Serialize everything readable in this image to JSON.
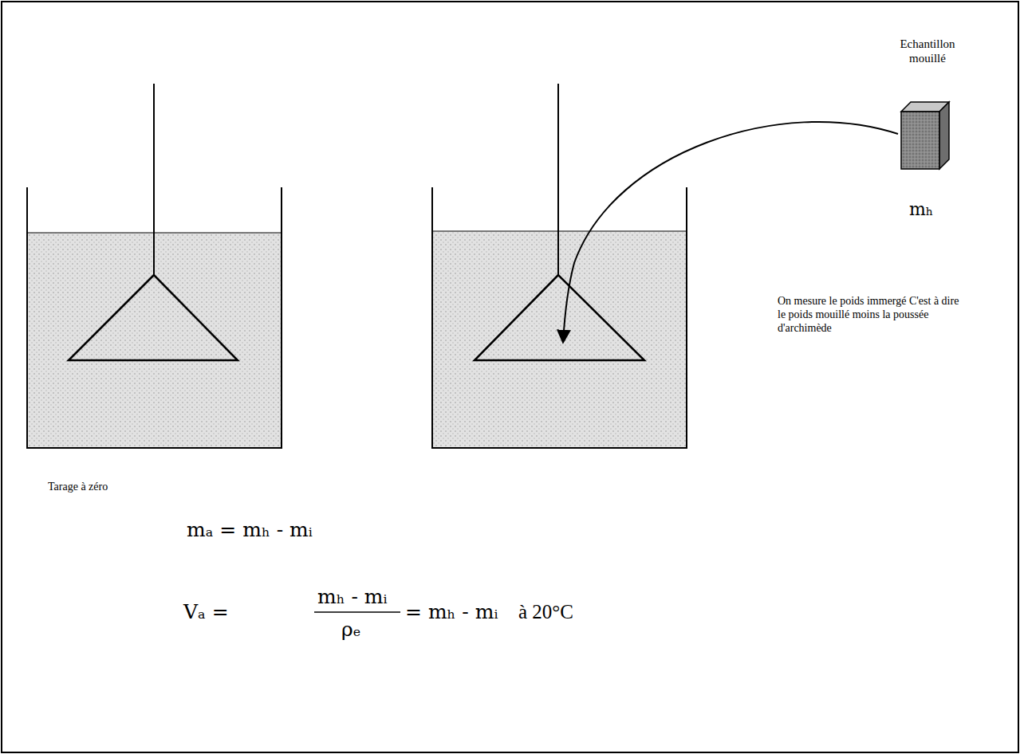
{
  "diagram": {
    "labels": [
      "Echantillon mouillé",
      "mₕ",
      "On mesure le poids immergé C'est à dire le poids mouillé moins la poussée d'archimède",
      "Tarage à zéro",
      "mₐ = mₕ - mᵢ",
      "Vₐ =",
      "mₕ - mᵢ",
      "ρₑ",
      "= mₕ - mᵢ",
      "à 20°C"
    ]
  }
}
